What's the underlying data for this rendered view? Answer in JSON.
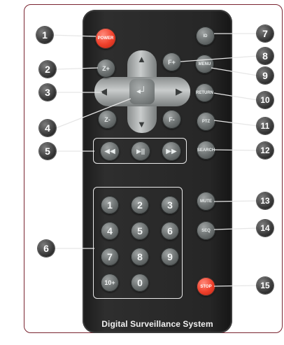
{
  "brand_text": "Digital Surveillance System",
  "buttons": {
    "power": "POWER",
    "id": "ID",
    "zoom_plus": "Z+",
    "zoom_minus": "Z-",
    "focus_plus": "F+",
    "focus_minus": "F-",
    "menu": "MENU",
    "return": "RETURN",
    "ptz": "PTZ",
    "search": "SEARCH",
    "mute": "MUTE",
    "seq": "SEQ",
    "stop": "STOP",
    "enter": "◂┘",
    "rewind": "◀◀",
    "play_pause": "▶||",
    "fast_forward": "▶▶",
    "up": "▲",
    "down": "▼",
    "left": "◀",
    "right": "▶",
    "numbers": [
      "1",
      "2",
      "3",
      "4",
      "5",
      "6",
      "7",
      "8",
      "9",
      "10+",
      "0"
    ]
  },
  "callouts": [
    "1",
    "2",
    "3",
    "4",
    "5",
    "6",
    "7",
    "8",
    "9",
    "10",
    "11",
    "12",
    "13",
    "14",
    "15"
  ]
}
